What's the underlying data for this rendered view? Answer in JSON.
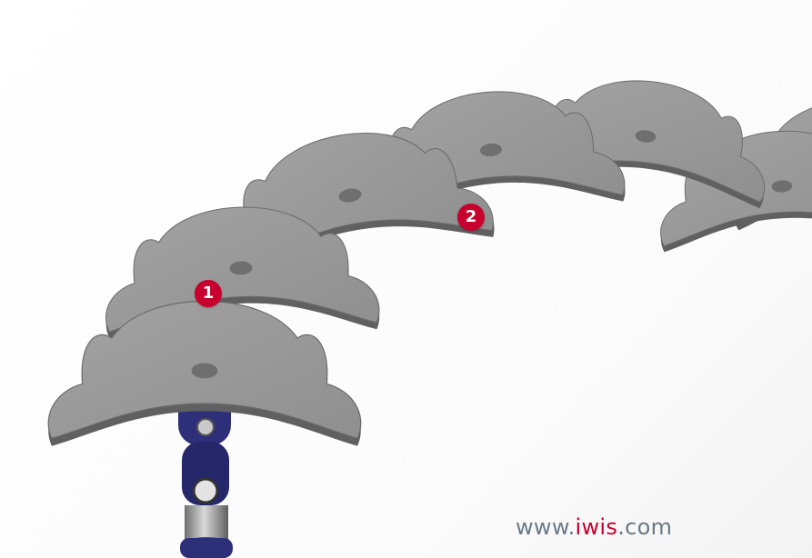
{
  "callouts": [
    {
      "label": "1"
    },
    {
      "label": "2"
    }
  ],
  "website": {
    "prefix": "www.",
    "brand": "iwis",
    "suffix": ".com"
  },
  "colors": {
    "plate": "#9a9a9a",
    "plate_edge": "#6b6b6b",
    "chain": "#2d2f78",
    "callout": "#c8002d",
    "brand": "#c8002d",
    "website_text": "#6a7a86"
  }
}
